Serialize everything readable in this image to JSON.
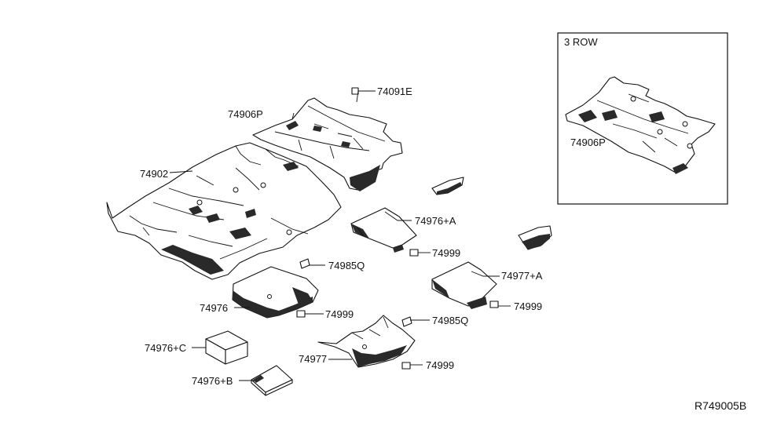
{
  "inset": {
    "title": "3 ROW"
  },
  "callouts": {
    "p74091E": "74091E",
    "p74906P": "74906P",
    "p74902": "74902",
    "p74976A": "74976+A",
    "p74999_a": "74999",
    "p74985Q_a": "74985Q",
    "p74977A": "74977+A",
    "p74976": "74976",
    "p74999_b": "74999",
    "p74999_c": "74999",
    "p74985Q_b": "74985Q",
    "p74976C": "74976+C",
    "p74977": "74977",
    "p74999_d": "74999",
    "p74976B": "74976+B",
    "p74906P_inset": "74906P"
  },
  "diagram_id": "R749005B"
}
